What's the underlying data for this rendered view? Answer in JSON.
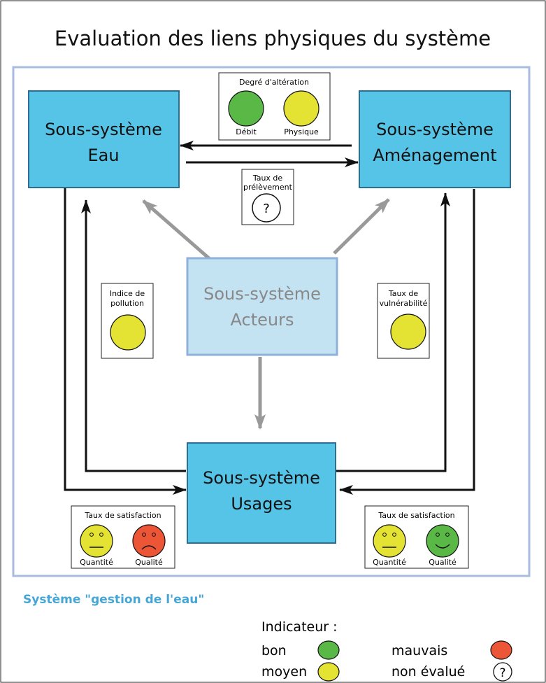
{
  "title": "Evaluation des liens physiques du système",
  "system_label": "Système \"gestion de l'eau\"",
  "colors": {
    "good": "#5ab847",
    "medium": "#e4e334",
    "bad": "#ec5536",
    "subsystem_fill": "#55c4e6",
    "actors_fill": "#c4e3f2",
    "system_border": "#a8bce0",
    "gray_arrow": "#999999"
  },
  "subsystems": {
    "eau": {
      "line1": "Sous-système",
      "line2": "Eau"
    },
    "amenagement": {
      "line1": "Sous-système",
      "line2": "Aménagement"
    },
    "acteurs": {
      "line1": "Sous-système",
      "line2": "Acteurs"
    },
    "usages": {
      "line1": "Sous-système",
      "line2": "Usages"
    }
  },
  "indicators": {
    "alteration": {
      "title": "Degré d'altération",
      "items": [
        {
          "label": "Débit",
          "state": "bon"
        },
        {
          "label": "Physique",
          "state": "moyen"
        }
      ]
    },
    "prelevement": {
      "line1": "Taux de",
      "line2": "prélèvement",
      "state": "non évalué",
      "symbol": "?"
    },
    "pollution": {
      "line1": "Indice de",
      "line2": "pollution",
      "state": "moyen"
    },
    "vulnerabilite": {
      "line1": "Taux de",
      "line2": "vulnérabilité",
      "state": "moyen"
    },
    "satisfaction_left": {
      "title": "Taux de satisfaction",
      "items": [
        {
          "label": "Quantité",
          "state": "moyen",
          "face": "neutral"
        },
        {
          "label": "Qualité",
          "state": "mauvais",
          "face": "sad"
        }
      ]
    },
    "satisfaction_right": {
      "title": "Taux de satisfaction",
      "items": [
        {
          "label": "Quantité",
          "state": "moyen",
          "face": "neutral"
        },
        {
          "label": "Qualité",
          "state": "bon",
          "face": "happy"
        }
      ]
    }
  },
  "legend": {
    "title": "Indicateur :",
    "items": [
      {
        "label": "bon",
        "color": "#5ab847"
      },
      {
        "label": "mauvais",
        "color": "#ec5536"
      },
      {
        "label": "moyen",
        "color": "#e4e334"
      },
      {
        "label": "non évalué",
        "symbol": "?"
      }
    ]
  }
}
